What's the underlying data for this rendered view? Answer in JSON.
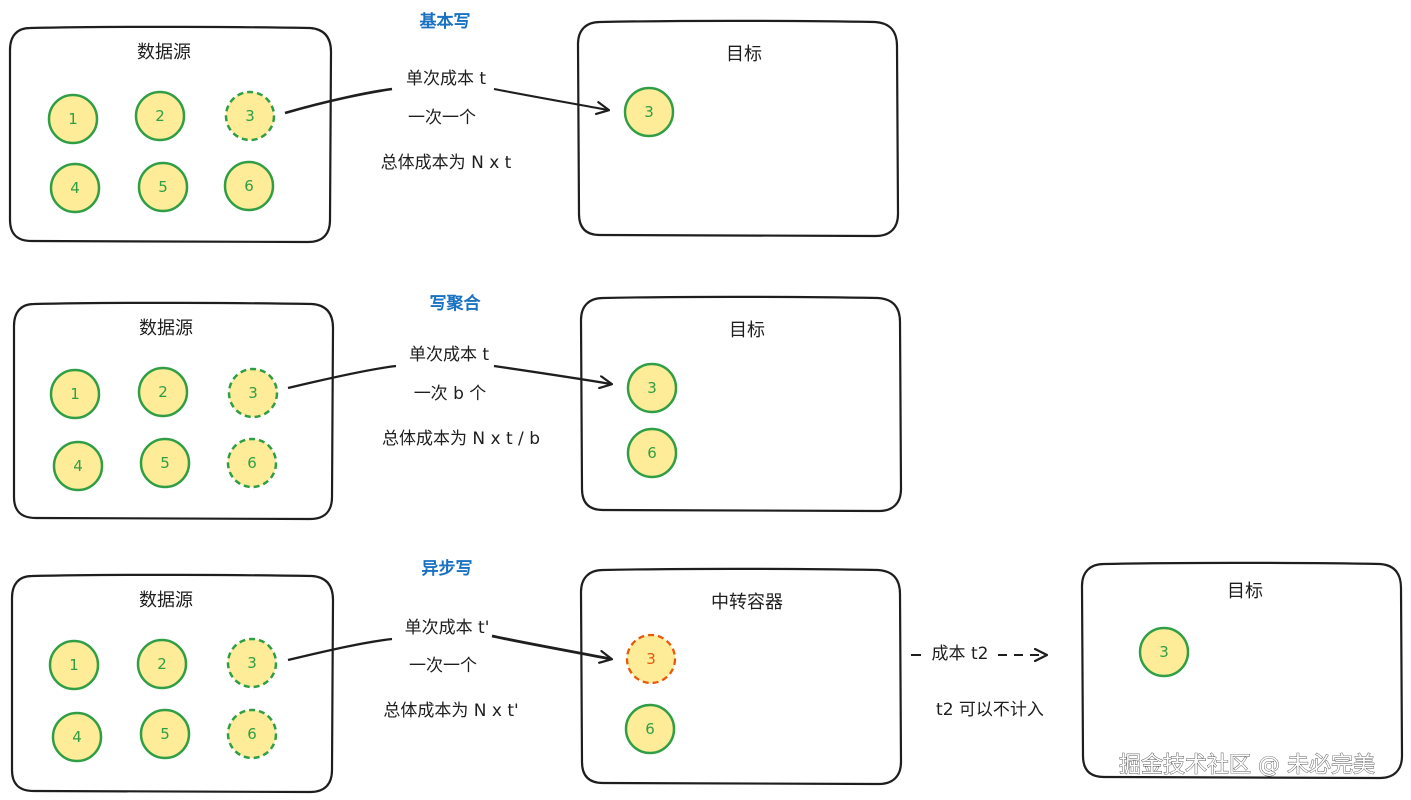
{
  "sections": [
    {
      "title": "基本写",
      "source_title": "数据源",
      "target_title": "目标",
      "nodes": [
        "1",
        "2",
        "3",
        "4",
        "5",
        "6"
      ],
      "lines": [
        "单次成本 t",
        "一次一个",
        "总体成本为 N x t"
      ],
      "target_nodes": [
        "3"
      ]
    },
    {
      "title": "写聚合",
      "source_title": "数据源",
      "target_title": "目标",
      "nodes": [
        "1",
        "2",
        "3",
        "4",
        "5",
        "6"
      ],
      "lines": [
        "单次成本 t",
        "一次 b 个",
        "总体成本为 N x t / b"
      ],
      "target_nodes": [
        "3",
        "6"
      ]
    },
    {
      "title": "异步写",
      "source_title": "数据源",
      "target_title": "中转容器",
      "nodes": [
        "1",
        "2",
        "3",
        "4",
        "5",
        "6"
      ],
      "lines": [
        "单次成本 t'",
        "一次一个",
        "总体成本为 N x t'"
      ],
      "target_nodes": [
        "3",
        "6"
      ],
      "final_title": "目标",
      "final_nodes": [
        "3"
      ],
      "transfer_label": "成本 t2",
      "note": "t2 可以不计入"
    }
  ],
  "watermark": "掘金技术社区 @ 未必完美",
  "colors": {
    "node_fill": "#ffec99",
    "node_stroke": "#2f9e44",
    "highlight_stroke": "#e8590c",
    "title_blue": "#1971c2",
    "ink": "#1e1e1e"
  }
}
